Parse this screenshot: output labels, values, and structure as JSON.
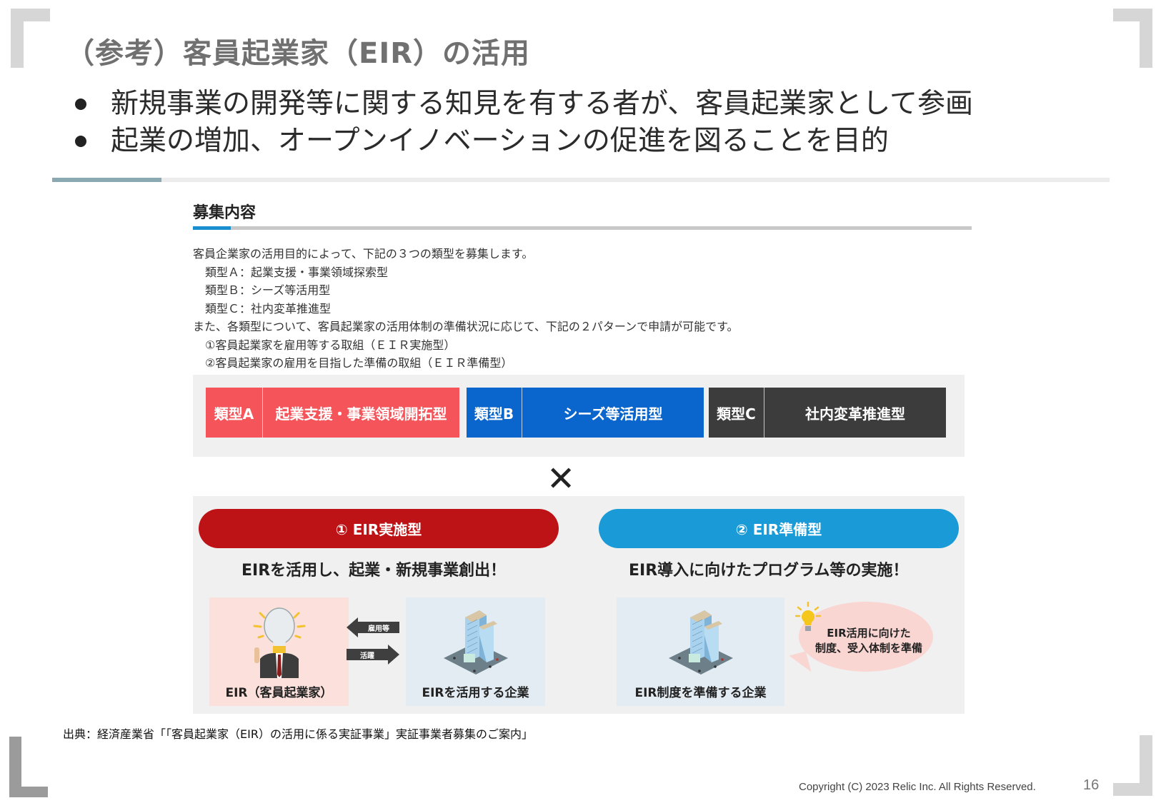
{
  "slide": {
    "title": "（参考）客員起業家（EIR）の活用",
    "bullets": [
      "新規事業の開発等に関する知見を有する者が、客員起業家として参画",
      "起業の増加、オープンイノベーションの促進を図ることを目的"
    ],
    "colors": {
      "accent_divider": "#8ba9b2",
      "bracket_light": "#d6d6d6",
      "bracket_dark": "#9b9b9b"
    }
  },
  "figure": {
    "heading": "募集内容",
    "intro_lines": [
      "客員企業家の活用目的によって、下記の３つの類型を募集します。",
      "類型Ａ：起業支援・事業領域探索型",
      "類型Ｂ：シーズ等活用型",
      "類型Ｃ：社内変革推進型",
      "また、各類型について、客員起業家の活用体制の準備状況に応じて、下記の２パターンで申請が可能です。",
      "①客員起業家を雇用等する取組（ＥＩＲ実施型）",
      "②客員起業家の雇用を目指した準備の取組（ＥＩＲ準備型）"
    ],
    "types": [
      {
        "label": "類型A",
        "desc": "起業支援・事業領域開拓型",
        "color": "#f5555a"
      },
      {
        "label": "類型B",
        "desc": "シーズ等活用型",
        "color": "#0a66cc"
      },
      {
        "label": "類型C",
        "desc": "社内変革推進型",
        "color": "#3c3c3c"
      }
    ],
    "times_symbol": "✕",
    "patterns": [
      {
        "pill": "① EIR実施型",
        "subtitle": "EIRを活用し、起業・新規事業創出！",
        "color": "#be1316",
        "cards": [
          {
            "caption": "EIR（客員起業家）",
            "icon": "lightbulb-person-icon"
          },
          {
            "caption": "EIRを活用する企業",
            "icon": "office-building-icon"
          }
        ],
        "arrows": [
          {
            "label": "雇用等",
            "direction": "left"
          },
          {
            "label": "活躍",
            "direction": "right"
          }
        ]
      },
      {
        "pill": "② EIR準備型",
        "subtitle": "EIR導入に向けたプログラム等の実施！",
        "color": "#1a9ad6",
        "cards": [
          {
            "caption": "EIR制度を準備する企業",
            "icon": "office-building-icon"
          }
        ],
        "bubble": {
          "line1": "EIR活用に向けた",
          "line2": "制度、受入体制を準備",
          "icon": "lightbulb-icon"
        }
      }
    ]
  },
  "footer": {
    "source": "出典：経済産業省「「客員起業家（EIR）の活用に係る実証事業」実証事業者募集のご案内」",
    "copyright": "Copyright (C) 2023 Relic Inc. All Rights Reserved.",
    "page_number": "16"
  }
}
